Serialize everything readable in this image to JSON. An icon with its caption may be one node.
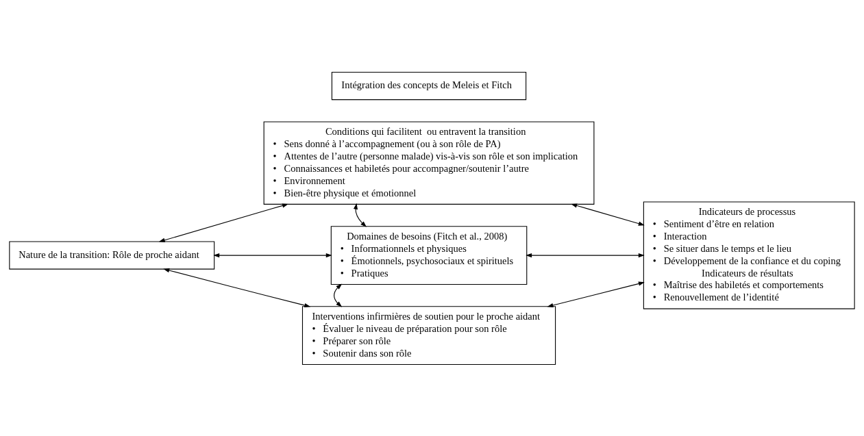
{
  "diagram": {
    "nodes": [
      {
        "text": [
          "Intégration des concepts de Meleis et Fitch"
        ]
      },
      {
        "text": [
          "Conditions qui facilitent  ou entravent la transition",
          "•   Sens donné à l’accompagnement (ou à son rôle de PA)",
          "•   Attentes de l’autre (personne malade) vis-à-vis son rôle et son implication",
          "•   Connaissances et habiletés pour accompagner/soutenir l’autre",
          "•   Environnement",
          "•   Bien-être physique et émotionnel"
        ]
      },
      {
        "text": [
          "Nature de la transition: Rôle de proche aidant"
        ]
      },
      {
        "text": [
          "Domaines de besoins (Fitch et al., 2008)",
          "•   Informationnels et physiques",
          "•   Émotionnels, psychosociaux et spirituels",
          "•   Pratiques"
        ]
      },
      {
        "text": [
          "Indicateurs de processus",
          "•   Sentiment d’être en relation",
          "•   Interaction",
          "•   Se situer dans le temps et le lieu",
          "•   Développement de la confiance et du coping",
          "Indicateurs de résultats",
          "•   Maîtrise des habiletés et comportements",
          "•   Renouvellement de l’identité"
        ]
      },
      {
        "text": [
          "Interventions infirmières de soutien pour le proche aidant",
          "•   Évaluer le niveau de préparation pour son rôle",
          "•   Préparer son rôle",
          "•   Soutenir dans son rôle"
        ]
      }
    ],
    "edges": [
      {
        "from": 2,
        "to": 1,
        "arrow": "both"
      },
      {
        "from": 1,
        "to": 4,
        "arrow": "both"
      },
      {
        "from": 1,
        "to": 3,
        "arrow": "both"
      },
      {
        "from": 2,
        "to": 3,
        "arrow": "both"
      },
      {
        "from": 3,
        "to": 4,
        "arrow": "both"
      },
      {
        "from": 3,
        "to": 5,
        "arrow": "both"
      },
      {
        "from": 2,
        "to": 5,
        "arrow": "both"
      },
      {
        "from": 5,
        "to": 4,
        "arrow": "both"
      }
    ]
  }
}
